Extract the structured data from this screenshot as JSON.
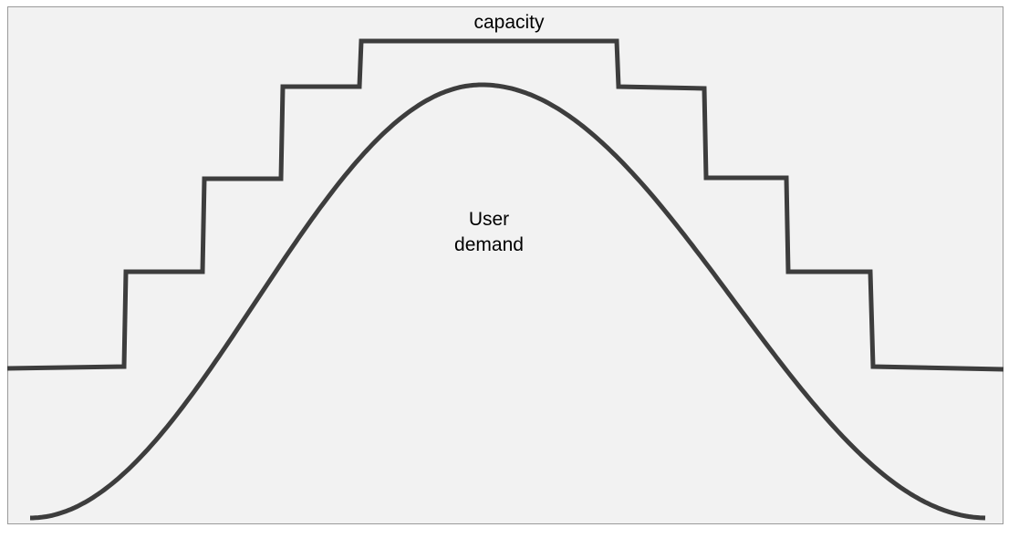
{
  "labels": {
    "capacity": "capacity",
    "demand_line1": "User",
    "demand_line2": "demand"
  },
  "colors": {
    "background": "#f2f2f2",
    "border": "#9a9a9a",
    "line": "#3d3d3d",
    "text": "#000000"
  }
}
